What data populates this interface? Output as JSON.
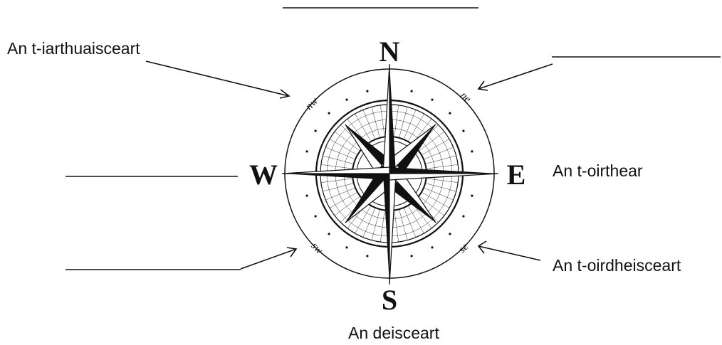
{
  "labels": {
    "northwest": "An t-iarthuaisceart",
    "east": "An t-oirthear",
    "southeast": "An t-oirdheisceart",
    "south": "An deisceart"
  },
  "compass": {
    "cardinals": {
      "n": "N",
      "e": "E",
      "s": "S",
      "w": "W"
    },
    "intercardinals": {
      "nw": "nw",
      "ne": "ne",
      "se": "se",
      "sw": "sw"
    }
  }
}
